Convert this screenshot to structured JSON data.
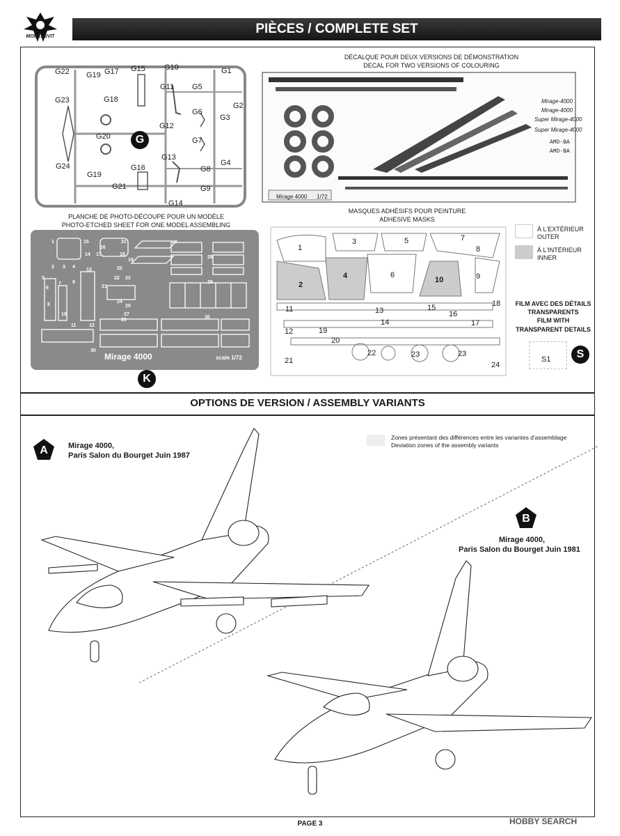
{
  "header": {
    "brand": "MODELSVIT",
    "title": "PIÈCES / COMPLETE SET"
  },
  "sprue_g": {
    "badge": "G",
    "labels": [
      "G22",
      "G19",
      "G17",
      "G15",
      "G10",
      "G1",
      "G11",
      "G5",
      "G23",
      "G18",
      "G2",
      "G6",
      "G3",
      "G20",
      "G12",
      "G7",
      "G13",
      "G24",
      "G16",
      "G8",
      "G4",
      "G19",
      "G21",
      "G9",
      "G14"
    ]
  },
  "decal": {
    "caption_fr": "DÉCALQUE POUR DEUX VERSIONS DE DÉMONSTRATION",
    "caption_en": "DECAL FOR TWO VERSIONS OF COLOURING",
    "name": "Mirage 4000",
    "scale": "1/72",
    "texts": [
      "Mirage-4000",
      "Mirage-4000",
      "Super Mirage-4000",
      "Super Mirage-4000",
      "AMD-BA",
      "AMD-BA"
    ]
  },
  "photo_etch": {
    "caption_fr": "PLANCHE DE PHOTO-DÉCOUPE POUR UN MODÈLE",
    "caption_en": "PHOTO-ETCHED SHEET FOR ONE MODEL ASSEMBLING",
    "title": "Mirage 4000",
    "scale": "scale 1/72",
    "badge": "K",
    "numbers": [
      "1",
      "15",
      "16",
      "31",
      "2",
      "3",
      "4",
      "14",
      "17",
      "18",
      "19",
      "28",
      "13",
      "20",
      "5",
      "6",
      "7",
      "9",
      "21",
      "22",
      "23",
      "8",
      "10",
      "24",
      "25",
      "27",
      "26",
      "29",
      "11",
      "12",
      "30",
      "30"
    ]
  },
  "masks": {
    "caption_fr": "MASQUES ADHÉSIFS POUR PEINTURE",
    "caption_en": "ADHESIVE MASKS",
    "legend_outer": [
      "À L'EXTÉRIEUR",
      "OUTER"
    ],
    "legend_inner": [
      "À L'INTÉRIEUR",
      "INNER"
    ],
    "numbers": [
      "1",
      "3",
      "5",
      "7",
      "8",
      "2",
      "4",
      "6",
      "10",
      "9",
      "11",
      "13",
      "15",
      "16",
      "18",
      "14",
      "17",
      "12",
      "19",
      "20",
      "22",
      "23",
      "23",
      "21",
      "24"
    ]
  },
  "film": {
    "lines": [
      "FILM AVEC DES DÉTAILS",
      "TRANSPARENTS",
      "FILM WITH",
      "TRANSPARENT DETAILS"
    ],
    "part": "S1",
    "badge": "S"
  },
  "variants": {
    "title": "OPTIONS DE VERSION / ASSEMBLY VARIANTS",
    "legend_fr": "Zones présentant des différences entre les variantes d'assemblage",
    "legend_en": "Deviation zones of the assembly variants",
    "a": {
      "badge": "A",
      "line1": "Mirage 4000,",
      "line2": "Paris Salon du Bourget Juin 1987"
    },
    "b": {
      "badge": "B",
      "line1": "Mirage 4000,",
      "line2": "Paris Salon du Bourget Juin 1981"
    }
  },
  "footer": {
    "page": "PAGE 3",
    "watermark": "HOBBY SEARCH"
  }
}
